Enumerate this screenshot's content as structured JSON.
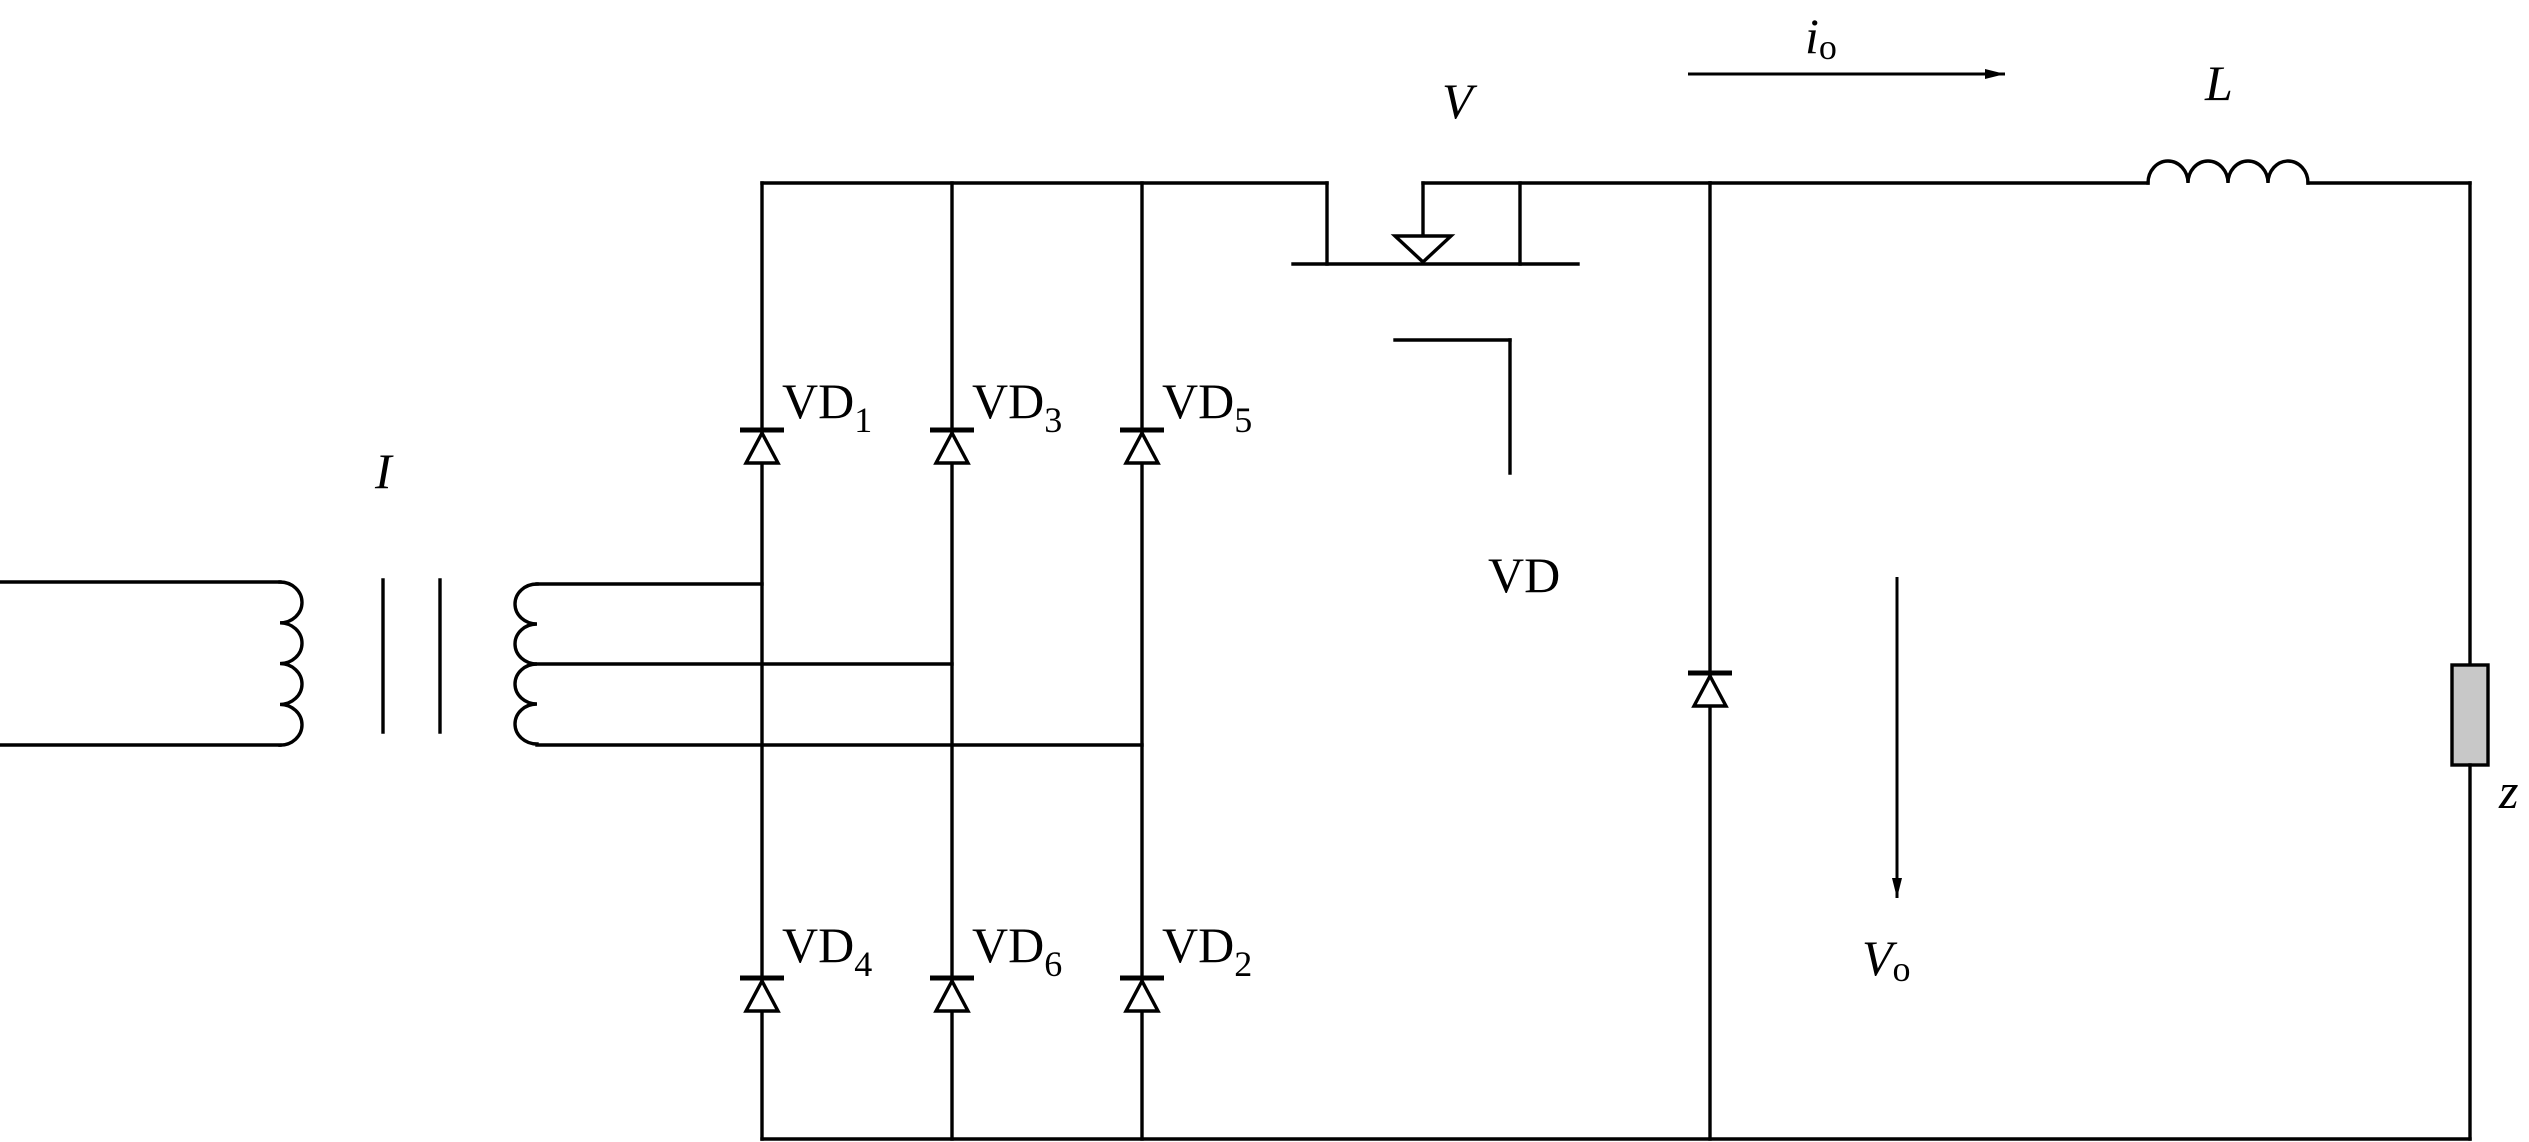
{
  "labels": {
    "transformer": "I",
    "switch": "V",
    "current": "i",
    "current_sub": "o",
    "inductor": "L",
    "load": "z",
    "freewheel_diode": "VD",
    "voltage": "V",
    "voltage_sub": "o",
    "bridge_prefix": "VD",
    "vd1_sub": "1",
    "vd3_sub": "3",
    "vd5_sub": "5",
    "vd4_sub": "4",
    "vd6_sub": "6",
    "vd2_sub": "2"
  },
  "colors": {
    "line": "#000000",
    "resistor_fill": "#c8c8c8",
    "background": "#ffffff"
  }
}
